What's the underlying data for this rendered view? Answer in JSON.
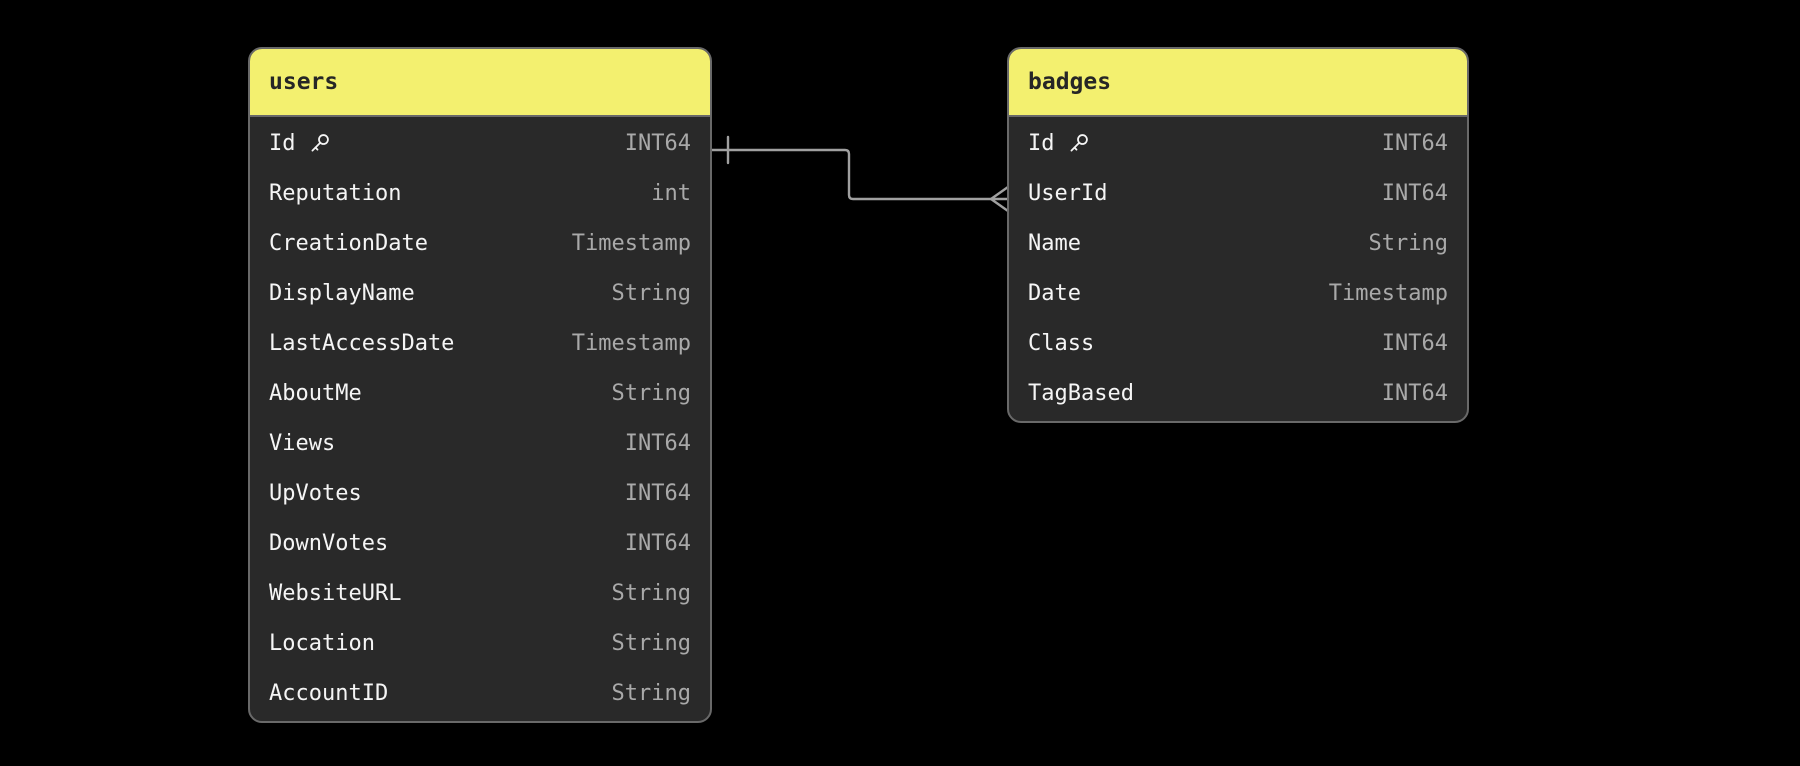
{
  "canvas": {
    "background": "#000000"
  },
  "theme": {
    "canvas_bg": "#000000",
    "header_fill": "#F3F06F",
    "header_text": "#262626",
    "body_fill": "#292929",
    "border": "#696969",
    "field_text": "#F5F5F5",
    "type_text": "#A9A9A9",
    "connector": "#A0A0A0"
  },
  "tables": [
    {
      "id": "users",
      "title": "users",
      "fields": [
        {
          "name": "Id",
          "type": "INT64",
          "key": true
        },
        {
          "name": "Reputation",
          "type": "int",
          "key": false
        },
        {
          "name": "CreationDate",
          "type": "Timestamp",
          "key": false
        },
        {
          "name": "DisplayName",
          "type": "String",
          "key": false
        },
        {
          "name": "LastAccessDate",
          "type": "Timestamp",
          "key": false
        },
        {
          "name": "AboutMe",
          "type": "String",
          "key": false
        },
        {
          "name": "Views",
          "type": "INT64",
          "key": false
        },
        {
          "name": "UpVotes",
          "type": "INT64",
          "key": false
        },
        {
          "name": "DownVotes",
          "type": "INT64",
          "key": false
        },
        {
          "name": "WebsiteURL",
          "type": "String",
          "key": false
        },
        {
          "name": "Location",
          "type": "String",
          "key": false
        },
        {
          "name": "AccountID",
          "type": "String",
          "key": false
        }
      ]
    },
    {
      "id": "badges",
      "title": "badges",
      "fields": [
        {
          "name": "Id",
          "type": "INT64",
          "key": true
        },
        {
          "name": "UserId",
          "type": "INT64",
          "key": false
        },
        {
          "name": "Name",
          "type": "String",
          "key": false
        },
        {
          "name": "Date",
          "type": "Timestamp",
          "key": false
        },
        {
          "name": "Class",
          "type": "INT64",
          "key": false
        },
        {
          "name": "TagBased",
          "type": "INT64",
          "key": false
        }
      ]
    }
  ],
  "relationships": [
    {
      "from_table": "users",
      "from_field": "Id",
      "from_cardinality": "one",
      "to_table": "badges",
      "to_field": "UserId",
      "to_cardinality": "many"
    }
  ]
}
